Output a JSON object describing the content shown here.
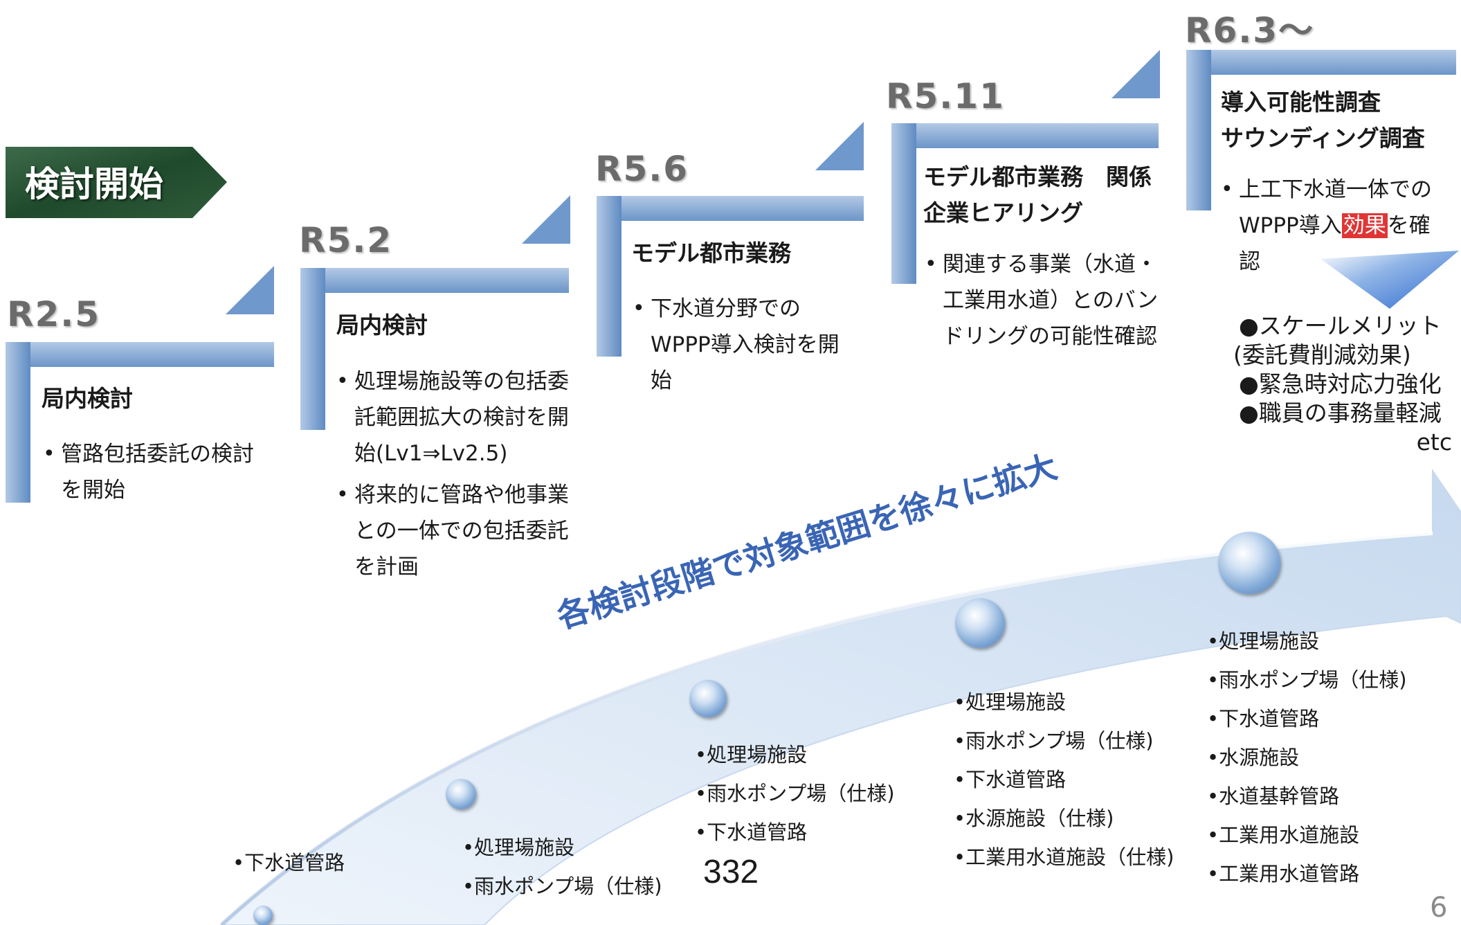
{
  "start_badge": "検討開始",
  "stages": [
    {
      "label": "R2.5",
      "title": "局内検討",
      "bullets": [
        "管路包括委託の検討を開始"
      ]
    },
    {
      "label": "R5.2",
      "title": "局内検討",
      "bullets": [
        "処理場施設等の包括委託範囲拡大の検討を開始(Lv1⇒Lv2.5)",
        "将来的に管路や他事業との一体での包括委託を計画"
      ]
    },
    {
      "label": "R5.6",
      "title": "モデル都市業務",
      "bullets": [
        "下水道分野でのWPPP導入検討を開始"
      ]
    },
    {
      "label": "R5.11",
      "title_line1": "モデル都市業務　関係",
      "title_line2": "企業ヒアリング",
      "bullets": [
        "関連する事業（水道・工業用水道）とのバンドリングの可能性確認"
      ]
    },
    {
      "label": "R6.3～",
      "title_line1": "導入可能性調査",
      "title_line2": "サウンディング調査",
      "bullet_pre": "上工下水道一体でのWPPP導入",
      "bullet_hl": "効果",
      "bullet_post": "を確認"
    }
  ],
  "effects": [
    "●スケールメリット",
    "(委託費削減効果)",
    "●緊急時対応力強化",
    "●職員の事務量軽減",
    "etc"
  ],
  "banner": "各検討段階で対象範囲を徐々に拡大",
  "scopes": [
    [
      "•下水道管路"
    ],
    [
      "•処理場施設",
      "•雨水ポンプ場（仕様)"
    ],
    [
      "•処理場施設",
      "•雨水ポンプ場（仕様)",
      "•下水道管路"
    ],
    [
      "•処理場施設",
      "•雨水ポンプ場（仕様)",
      "•下水道管路",
      "•水源施設（仕様)",
      "•工業用水道施設（仕様)"
    ],
    [
      "•処理場施設",
      "•雨水ポンプ場（仕様)",
      "•下水道管路",
      "•水源施設",
      "•水道基幹管路",
      "•工業用水道施設",
      "•工業用水道管路"
    ]
  ],
  "extra_number": "332",
  "page_number": "6",
  "colors": {
    "bar": "#6b95c8",
    "badge": "#2d5a3a",
    "banner_text": "#3a65b5",
    "highlight": "#e03535",
    "arrow": "#dce8f6"
  }
}
